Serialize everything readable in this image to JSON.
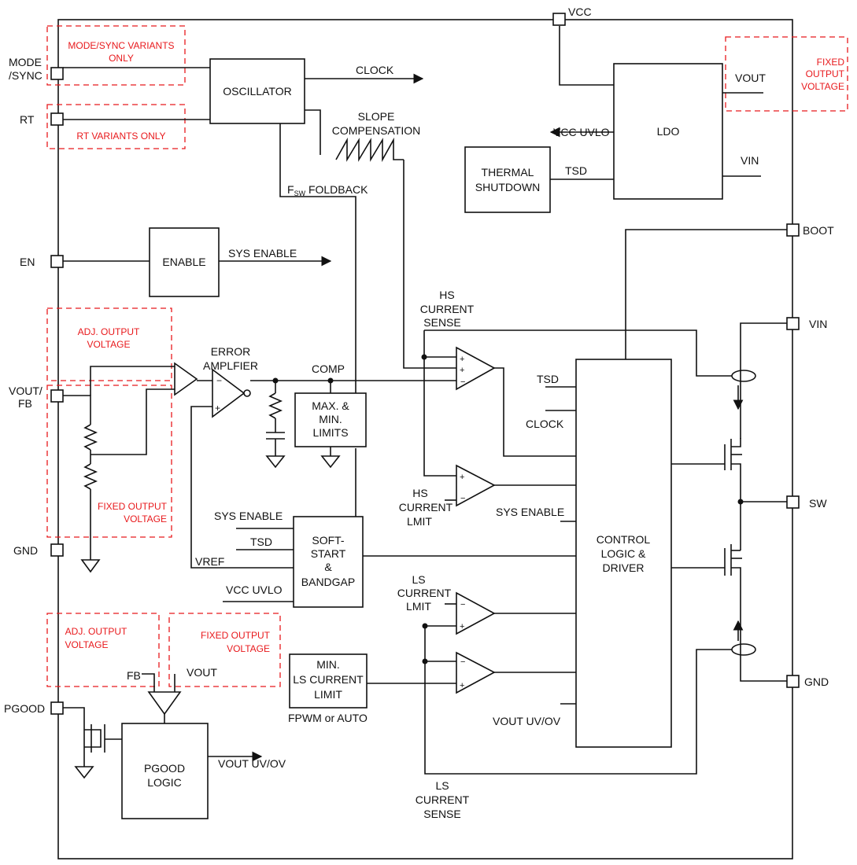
{
  "pins": {
    "vcc": "VCC",
    "mode_sync_1": "MODE",
    "mode_sync_2": "/SYNC",
    "rt": "RT",
    "en": "EN",
    "vout_fb_1": "VOUT/",
    "vout_fb_2": "FB",
    "gnd_left": "GND",
    "pgood": "PGOOD",
    "boot": "BOOT",
    "vin": "VIN",
    "sw": "SW",
    "gnd_right": "GND"
  },
  "variant_notes": {
    "mode_sync_1": "MODE/SYNC VARIANTS",
    "mode_sync_2": "ONLY",
    "rt_only": "RT VARIANTS ONLY",
    "fixed_top_1": "FIXED",
    "fixed_top_2": "OUTPUT",
    "fixed_top_3": "VOLTAGE",
    "adj_1": "ADJ. OUTPUT",
    "adj_2": "VOLTAGE",
    "fixed_left_1": "FIXED OUTPUT",
    "fixed_left_2": "VOLTAGE",
    "adj_pg_1": "ADJ. OUTPUT",
    "adj_pg_2": "VOLTAGE",
    "fixed_pg_1": "FIXED OUTPUT",
    "fixed_pg_2": "VOLTAGE",
    "accent_color": "#e8191c"
  },
  "blocks": {
    "oscillator": "OSCILLATOR",
    "ldo": "LDO",
    "thermal_1": "THERMAL",
    "thermal_2": "SHUTDOWN",
    "enable": "ENABLE",
    "maxmin_1": "MAX. &",
    "maxmin_2": "MIN.",
    "maxmin_3": "LIMITS",
    "softstart_1": "SOFT-",
    "softstart_2": "START",
    "softstart_3": "&",
    "softstart_4": "BANDGAP",
    "minls_1": "MIN.",
    "minls_2": "LS CURRENT",
    "minls_3": "LIMIT",
    "control_1": "CONTROL",
    "control_2": "LOGIC &",
    "control_3": "DRIVER",
    "pgood_1": "PGOOD",
    "pgood_2": "LOGIC"
  },
  "signals": {
    "clock": "CLOCK",
    "slope_1": "SLOPE",
    "slope_2": "COMPENSATION",
    "fsw_f": "F",
    "fsw_sub": "SW",
    "fsw_rest": " FOLDBACK",
    "vout_ldo": "VOUT",
    "vcc_uvlo_ldo": "VCC UVLO",
    "tsd_ldo": "TSD",
    "vin_ldo": "VIN",
    "sys_enable": "SYS ENABLE",
    "hs_sense_1": "HS",
    "hs_sense_2": "CURRENT",
    "hs_sense_3": "SENSE",
    "error_1": "ERROR",
    "error_2": "AMPLFIER",
    "comp": "COMP",
    "tsd_ctrl": "TSD",
    "clock_ctrl": "CLOCK",
    "hs_limit_1": "HS",
    "hs_limit_2": "CURRENT",
    "hs_limit_3": "LMIT",
    "sys_enable_ctrl": "SYS ENABLE",
    "sys_enable_ss": "SYS ENABLE",
    "tsd_ss": "TSD",
    "vref": "VREF",
    "vcc_uvlo_ss": "VCC UVLO",
    "ls_limit_1": "LS",
    "ls_limit_2": "CURRENT",
    "ls_limit_3": "LMIT",
    "fpwm": "FPWM or AUTO",
    "vout_uvov_ctrl": "VOUT UV/OV",
    "fb_pg": "FB",
    "vout_pg": "VOUT",
    "vout_uvov_pg": "VOUT UV/OV",
    "ls_sense_1": "LS",
    "ls_sense_2": "CURRENT",
    "ls_sense_3": "SENSE"
  }
}
